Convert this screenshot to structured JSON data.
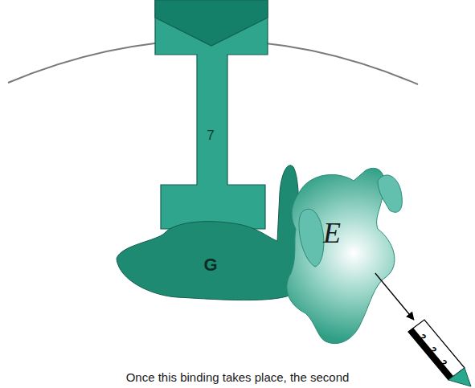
{
  "diagram": {
    "caption": "Once this binding takes place, the second",
    "nodes": [
      {
        "text": [
          "7"
        ]
      },
      {
        "text": [
          "G"
        ]
      },
      {
        "text": [
          "E"
        ]
      },
      {
        "text": [
          "2",
          "2",
          "2"
        ]
      }
    ],
    "edges": [
      {
        "from": 2,
        "to": 3,
        "arrow": "to"
      }
    ]
  }
}
